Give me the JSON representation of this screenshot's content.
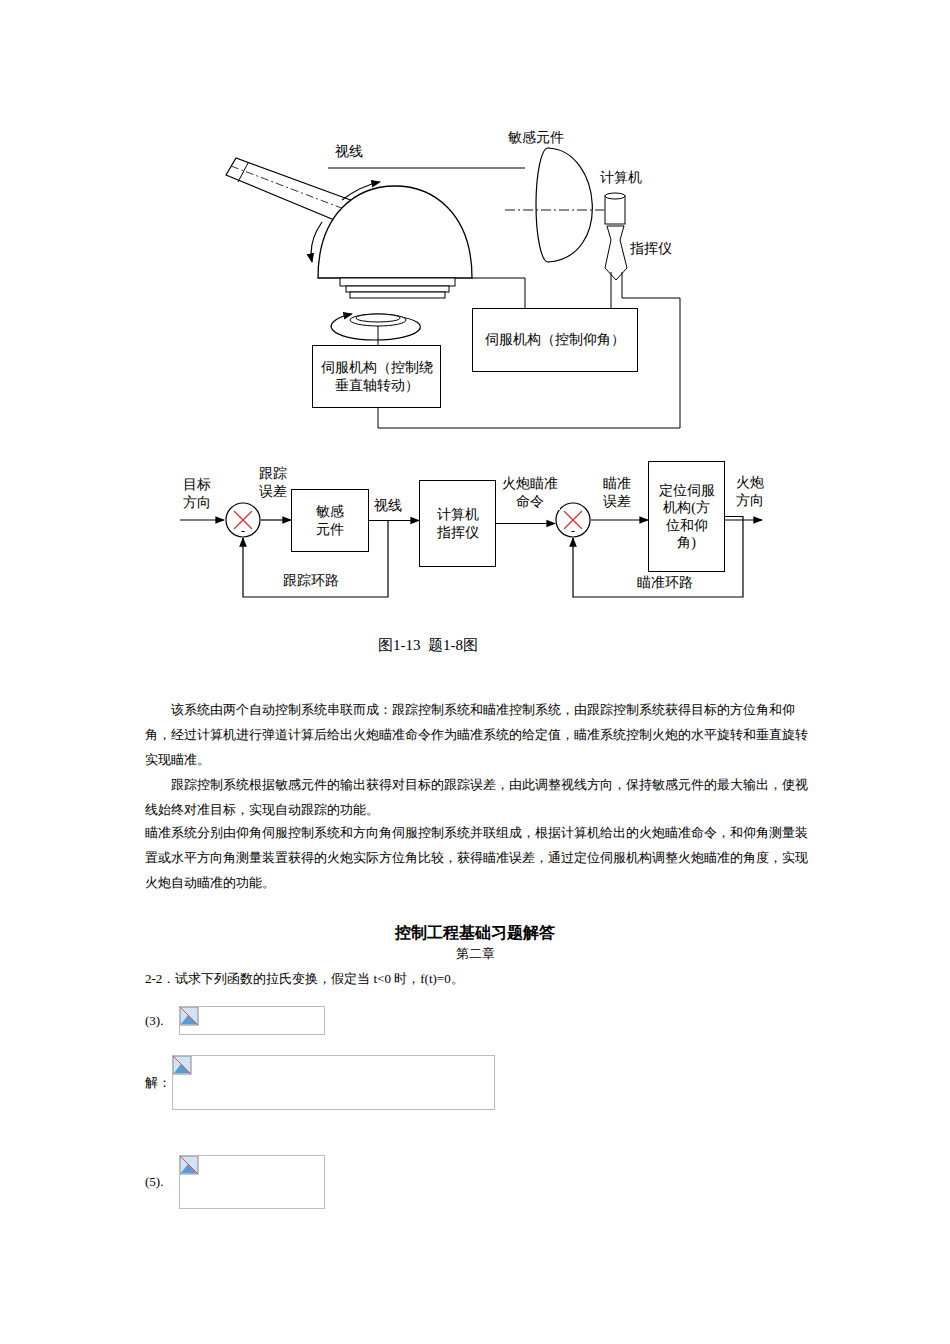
{
  "diagram": {
    "title": "控制工程基础习题解答",
    "caption": "图1-13  题1-8图",
    "nodes": [
      {
        "text": [
          "伺服机构（控制仰角）"
        ]
      },
      {
        "text": [
          "伺服机构（控制绕垂直轴转动）"
        ]
      },
      {
        "text": [
          "-"
        ]
      },
      {
        "text": [
          "敏感元件"
        ]
      },
      {
        "text": [
          "计算机指挥仪"
        ]
      },
      {
        "text": [
          "-"
        ]
      },
      {
        "text": [
          "定位伺服机构(方位和仰角)"
        ]
      }
    ],
    "edges": [
      {
        "from": 2,
        "to": 3,
        "label": "跟踪误差",
        "arrow": "to"
      },
      {
        "from": 3,
        "to": 4,
        "label": "视线",
        "arrow": "to"
      },
      {
        "from": 3,
        "to": 2,
        "label": "跟踪环路",
        "arrow": "to"
      },
      {
        "from": 4,
        "to": 5,
        "label": "火炮瞄准命令",
        "arrow": "to"
      },
      {
        "from": 5,
        "to": 6,
        "label": "瞄准误差",
        "arrow": "to"
      },
      {
        "from": 6,
        "to": 5,
        "label": "瞄准环路",
        "arrow": "to"
      }
    ],
    "labels": [
      "视线",
      "敏感元件",
      "计算机",
      "指挥仪",
      "目标方向",
      "火炮方向",
      "该系统由两个自动控制系统串联而成：跟踪控制系统和瞄准控制系统，由跟踪控制系统获得目标的方位角和仰角，经过计算机进行弹道计算后给出火炮瞄准命令作为瞄准系统的给定值，瞄准系统控制火炮的水平旋转和垂直旋转实现瞄准。",
      "跟踪控制系统根据敏感元件的输出获得对目标的跟踪误差，由此调整视线方向，保持敏感元件的最大输出，使视线始终对准目标，实现自动跟踪的功能。",
      "瞄准系统分别由仰角伺服控制系统和方向角伺服控制系统并联组成，根据计算机给出的火炮瞄准命令，和仰角测量装置或水平方向角测量装置获得的火炮实际方位角比较，获得瞄准误差，通过定位伺服机构调整火炮瞄准的角度，实现火炮自动瞄准的功能。",
      "第二章",
      "2-2．试求下列函数的拉氏变换，假定当 t<0 时，f(t)=0。",
      "(3).",
      "解：",
      "(5)."
    ]
  }
}
